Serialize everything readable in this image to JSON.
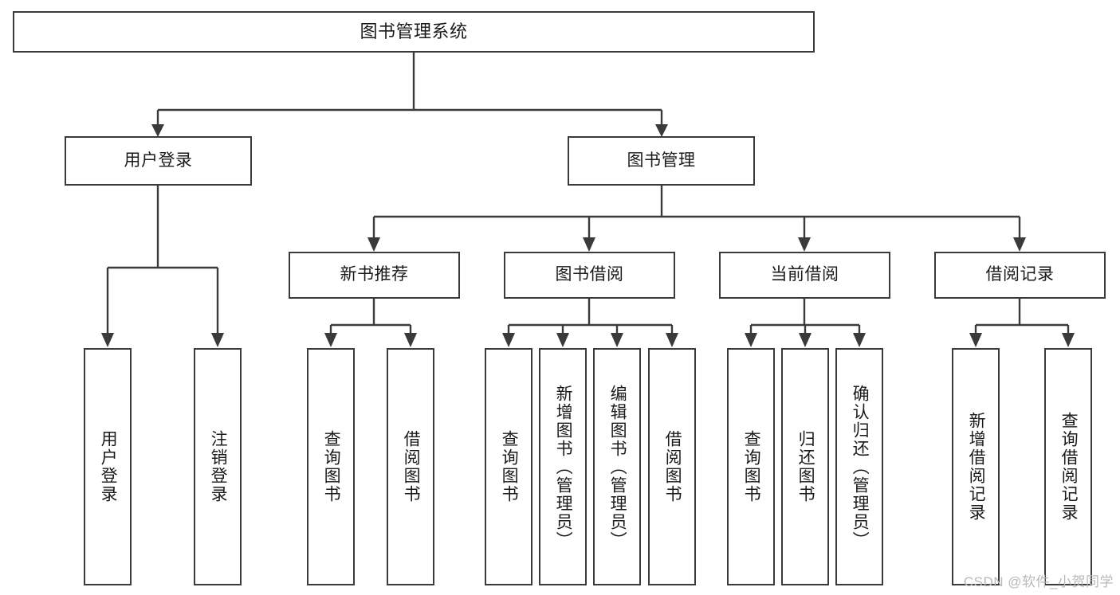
{
  "diagram": {
    "title": "图书管理系统",
    "type": "hierarchy-tree",
    "root": {
      "label": "图书管理系统"
    },
    "level2": [
      {
        "label": "用户登录"
      },
      {
        "label": "图书管理"
      }
    ],
    "level3": [
      {
        "label": "新书推荐"
      },
      {
        "label": "图书借阅"
      },
      {
        "label": "当前借阅"
      },
      {
        "label": "借阅记录"
      }
    ],
    "leaves": {
      "user_login": [
        {
          "label": "用户登录"
        },
        {
          "label": "注销登录"
        }
      ],
      "new_book_recommend": [
        {
          "label": "查询图书"
        },
        {
          "label": "借阅图书"
        }
      ],
      "book_borrow": [
        {
          "label": "查询图书"
        },
        {
          "label": "新增图书（管理员）"
        },
        {
          "label": "编辑图书（管理员）"
        },
        {
          "label": "借阅图书"
        }
      ],
      "current_borrow": [
        {
          "label": "查询图书"
        },
        {
          "label": "归还图书"
        },
        {
          "label": "确认归还（管理员）"
        }
      ],
      "borrow_records": [
        {
          "label": "新增借阅记录"
        },
        {
          "label": "查询借阅记录"
        }
      ]
    }
  },
  "watermark": {
    "text": "CSDN @软件_小贺同学"
  },
  "colors": {
    "stroke": "#3a3a3a",
    "fill": "#ffffff",
    "text": "#1a1a1a",
    "watermark": "#b9b9b9"
  }
}
